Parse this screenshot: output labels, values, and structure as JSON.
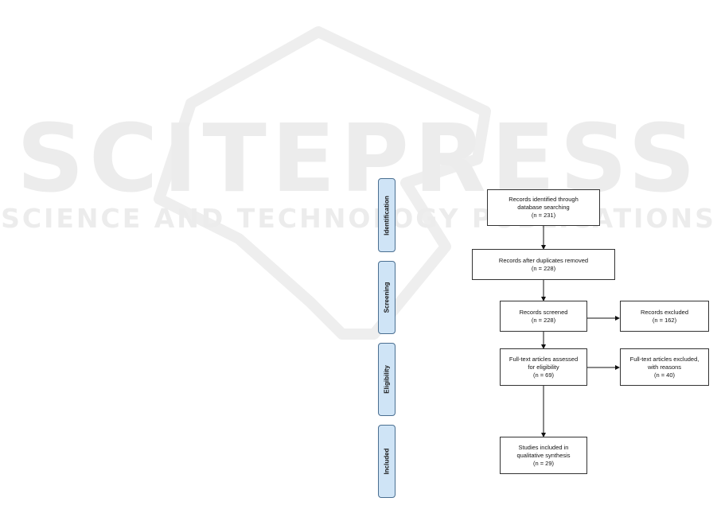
{
  "watermark": {
    "line1": "SCITEPRESS",
    "line2": "SCIENCE AND TECHNOLOGY PUBLICATIONS"
  },
  "phases": {
    "identification": "Identification",
    "screening": "Screening",
    "eligibility": "Eligibility",
    "included": "Included"
  },
  "boxes": {
    "identified": "Records identified through\ndatabase searching\n(n = 231)",
    "duplicates_removed": "Records after duplicates removed\n(n = 228)",
    "screened": "Records screened\n(n = 228)",
    "excluded": "Records excluded\n(n = 162)",
    "fulltext_assessed": "Full-text articles assessed\nfor eligibility\n(n = 69)",
    "fulltext_excluded": "Full-text articles excluded,\nwith reasons\n(n = 40)",
    "included": "Studies included in\nqualitative synthesis\n(n = 29)"
  },
  "colors": {
    "phase_fill": "#cfe4f6",
    "phase_border": "#4a6f91",
    "box_border": "#333333",
    "watermark": "#ececec"
  }
}
